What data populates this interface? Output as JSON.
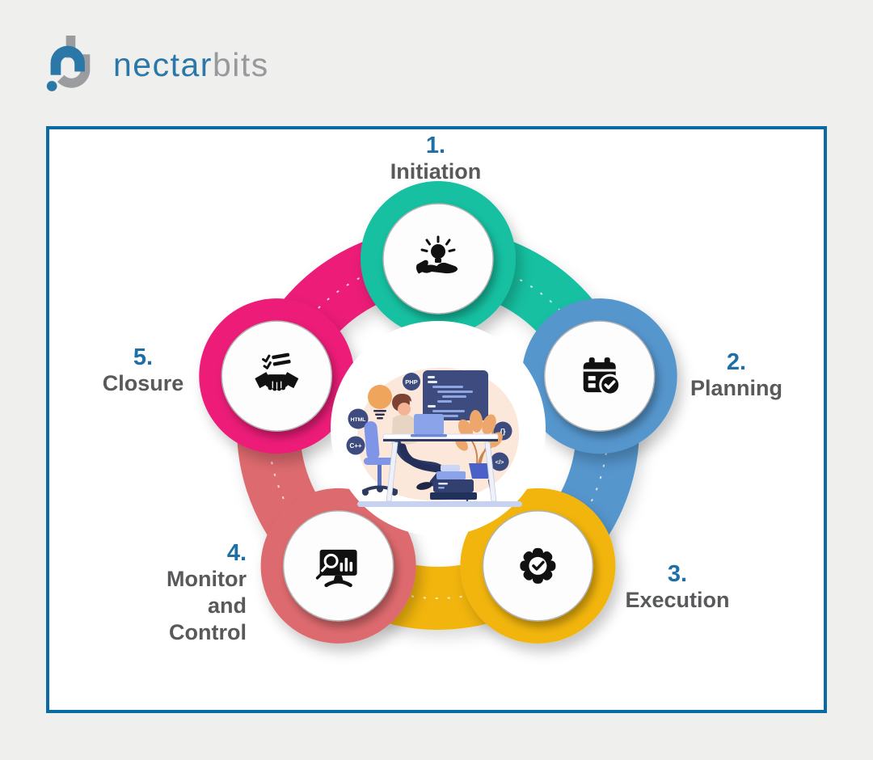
{
  "logo": {
    "brand_primary": "nectar",
    "brand_secondary": "bits"
  },
  "steps": [
    {
      "number": "1.",
      "label": "Initiation",
      "color": "#12c0a1",
      "icon": "hand-lightbulb-icon"
    },
    {
      "number": "2.",
      "label": "Planning",
      "color": "#5496cd",
      "icon": "calendar-check-icon"
    },
    {
      "number": "3.",
      "label": "Execution",
      "color": "#f2b511",
      "icon": "gear-check-icon"
    },
    {
      "number": "4.",
      "label": "Monitor and Control",
      "label_lines": [
        "Monitor",
        "and",
        "Control"
      ],
      "color": "#dd6a6e",
      "icon": "monitor-analytics-icon"
    },
    {
      "number": "5.",
      "label": "Closure",
      "color": "#ec1a78",
      "icon": "handshake-checklist-icon"
    }
  ],
  "center_illustration": {
    "badges": [
      "PHP",
      "HTML",
      "C++",
      "{}",
      "</>"
    ]
  },
  "colors": {
    "page_background": "#efefee",
    "frame_background": "#ffffff",
    "frame_border": "#0a6aa3",
    "step_number": "#1d6fa7",
    "step_label": "#58595b",
    "teal": "#12c0a1",
    "blue": "#5496cd",
    "yellow": "#f2b511",
    "salmon": "#dd6a6e",
    "pink": "#ec1a78",
    "logo_blue": "#2b77a8",
    "logo_gray": "#97999c",
    "icon_black": "#111111",
    "code_window_navy": "#3d4b7e",
    "illustration_peach": "#fbe8da"
  }
}
